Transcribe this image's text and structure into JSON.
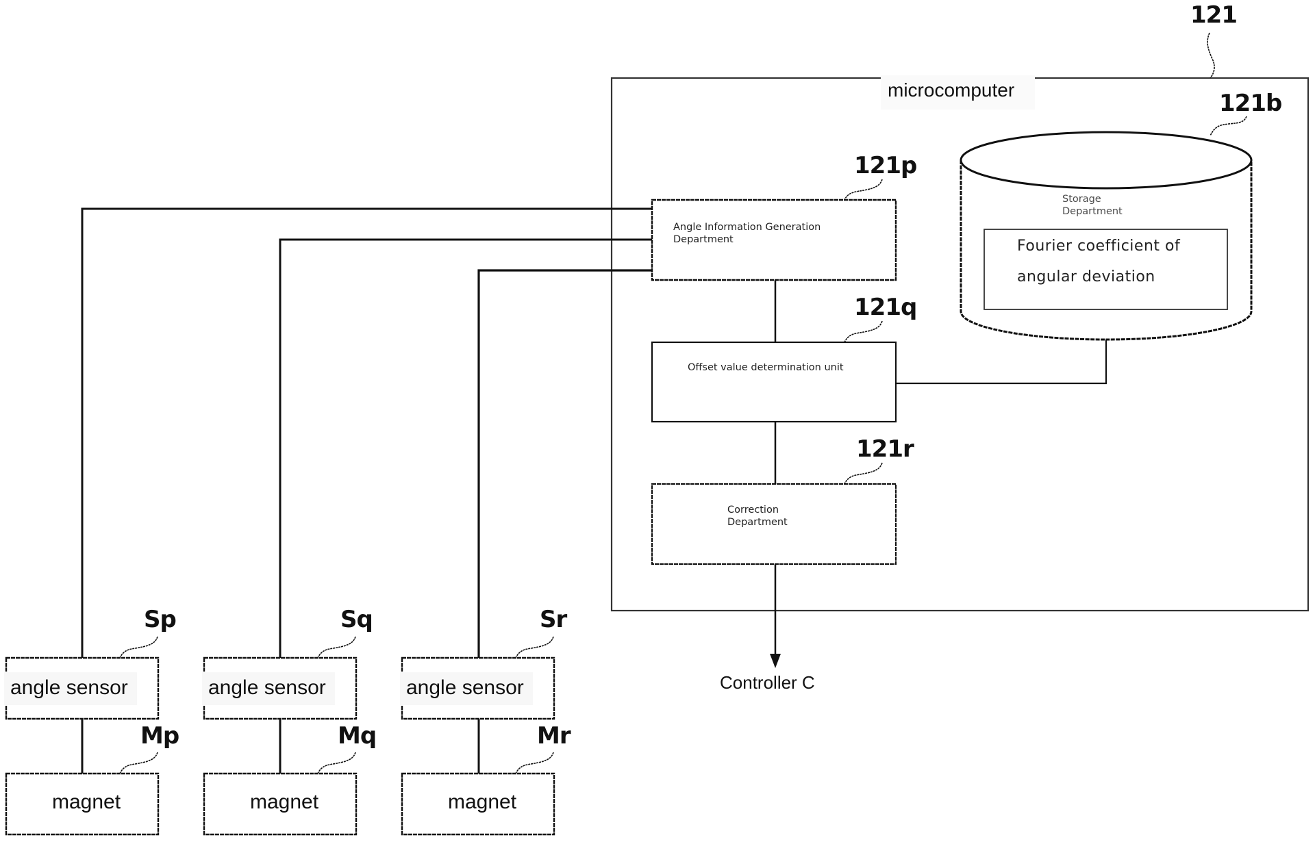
{
  "diagram": {
    "title_ref": "121",
    "microcomputer": {
      "label": "microcomputer"
    },
    "storage": {
      "ref": "121b",
      "label_line1": "Storage",
      "label_line2": "Department",
      "content_line1": "Fourier coefficient of",
      "content_line2": "angular deviation"
    },
    "angle_info": {
      "ref": "121p",
      "label_line1": "Angle Information Generation",
      "label_line2": "Department"
    },
    "offset": {
      "ref": "121q",
      "label": "Offset value determination unit"
    },
    "correction": {
      "ref": "121r",
      "label_line1": "Correction",
      "label_line2": "Department"
    },
    "output": {
      "label": "Controller C"
    },
    "sensors": [
      {
        "ref": "Sp",
        "label": "angle sensor",
        "magnet_ref": "Mp",
        "magnet_label": "magnet"
      },
      {
        "ref": "Sq",
        "label": "angle sensor",
        "magnet_ref": "Mq",
        "magnet_label": "magnet"
      },
      {
        "ref": "Sr",
        "label": "angle sensor",
        "magnet_ref": "Mr",
        "magnet_label": "magnet"
      }
    ],
    "colors": {
      "line": "#111111",
      "background": "#ffffff"
    }
  }
}
